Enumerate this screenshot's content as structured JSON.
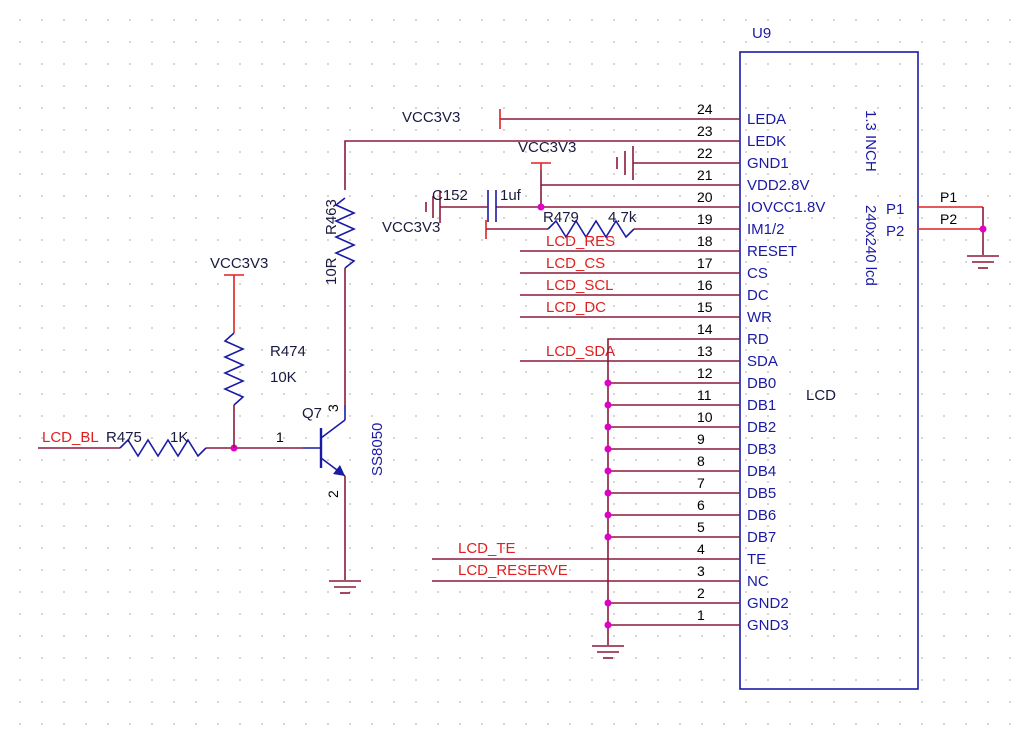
{
  "lcd": {
    "ref": "U9",
    "name": "LCD",
    "desc1": "1.3 INCH",
    "desc2": "240x240  lcd",
    "right_pins": [
      "P1",
      "P2"
    ],
    "pins": [
      {
        "num": "24",
        "name": "LEDA"
      },
      {
        "num": "23",
        "name": "LEDK"
      },
      {
        "num": "22",
        "name": "GND1"
      },
      {
        "num": "21",
        "name": "VDD2.8V"
      },
      {
        "num": "20",
        "name": "IOVCC1.8V"
      },
      {
        "num": "19",
        "name": "IM1/2"
      },
      {
        "num": "18",
        "name": "RESET"
      },
      {
        "num": "17",
        "name": "CS"
      },
      {
        "num": "16",
        "name": "DC"
      },
      {
        "num": "15",
        "name": "WR"
      },
      {
        "num": "14",
        "name": "RD"
      },
      {
        "num": "13",
        "name": "SDA"
      },
      {
        "num": "12",
        "name": "DB0"
      },
      {
        "num": "11",
        "name": "DB1"
      },
      {
        "num": "10",
        "name": "DB2"
      },
      {
        "num": "9",
        "name": "DB3"
      },
      {
        "num": "8",
        "name": "DB4"
      },
      {
        "num": "7",
        "name": "DB5"
      },
      {
        "num": "6",
        "name": "DB6"
      },
      {
        "num": "5",
        "name": "DB7"
      },
      {
        "num": "4",
        "name": "TE"
      },
      {
        "num": "3",
        "name": "NC"
      },
      {
        "num": "2",
        "name": "GND2"
      },
      {
        "num": "1",
        "name": "GND3"
      }
    ]
  },
  "nets": {
    "res": "LCD_RES",
    "cs": "LCD_CS",
    "scl": "LCD_SCL",
    "dc": "LCD_DC",
    "sda": "LCD_SDA",
    "te": "LCD_TE",
    "reserve": "LCD_RESERVE",
    "bl": "LCD_BL"
  },
  "power": {
    "leda": "VCC3V3",
    "vdd": "VCC3V3",
    "cap": "VCC3V3",
    "r474": "VCC3V3"
  },
  "components": {
    "c152_ref": "C152",
    "c152_val": "1uf",
    "r479_ref": "R479",
    "r479_val": "4.7k",
    "r463_ref": "R463",
    "r463_val": "10R",
    "r474_ref": "R474",
    "r474_val": "10K",
    "r475_ref": "R475",
    "r475_val": "1K",
    "q7_ref": "Q7",
    "q7_part": "SS8050",
    "q7_pin_b": "1",
    "q7_pin_c": "3",
    "q7_pin_e": "2"
  }
}
